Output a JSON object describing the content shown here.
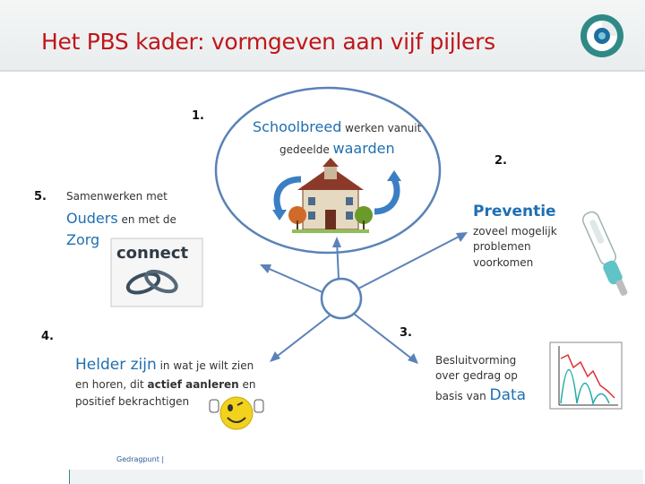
{
  "title": "Het PBS kader: vormgeven aan vijf pijlers",
  "numbers": {
    "n1": "1.",
    "n2": "2.",
    "n3": "3.",
    "n4": "4.",
    "n5": "5."
  },
  "pillar1": {
    "highlight": "Schoolbreed",
    "rest": " werken vanuit",
    "line2_pre": "gedeelde ",
    "highlight2": "waarden"
  },
  "pillar2": {
    "heading": "Preventie",
    "body": "zoveel mogelijk problemen voorkomen"
  },
  "pillar3": {
    "body": "Besluitvorming over gedrag op basis van ",
    "highlight": "Data"
  },
  "pillar4": {
    "highlight": "Helder zijn",
    "rest1": " in wat je wilt zien en horen, dit ",
    "bold1": "actief aanleren",
    "rest2": " en positief bekrachtigen"
  },
  "pillar5": {
    "line1": "Samenwerken met",
    "highlight1": "Ouders",
    "mid": " en met de",
    "highlight2": "Zorg"
  },
  "connect_label": "connect",
  "footer": "Gedragpunt |",
  "colors": {
    "title": "#c0161b",
    "accent_blue": "#1f6fb2",
    "lines": "#5b82b8"
  },
  "icons": {
    "logo": "target-logo-icon",
    "school": "school-building-icon",
    "thermometer": "thermometer-icon",
    "chart": "line-chart-icon",
    "smiley": "thumbs-up-smiley-icon",
    "connect": "connect-chain-icon",
    "arrows": "curved-arrows-icon"
  }
}
